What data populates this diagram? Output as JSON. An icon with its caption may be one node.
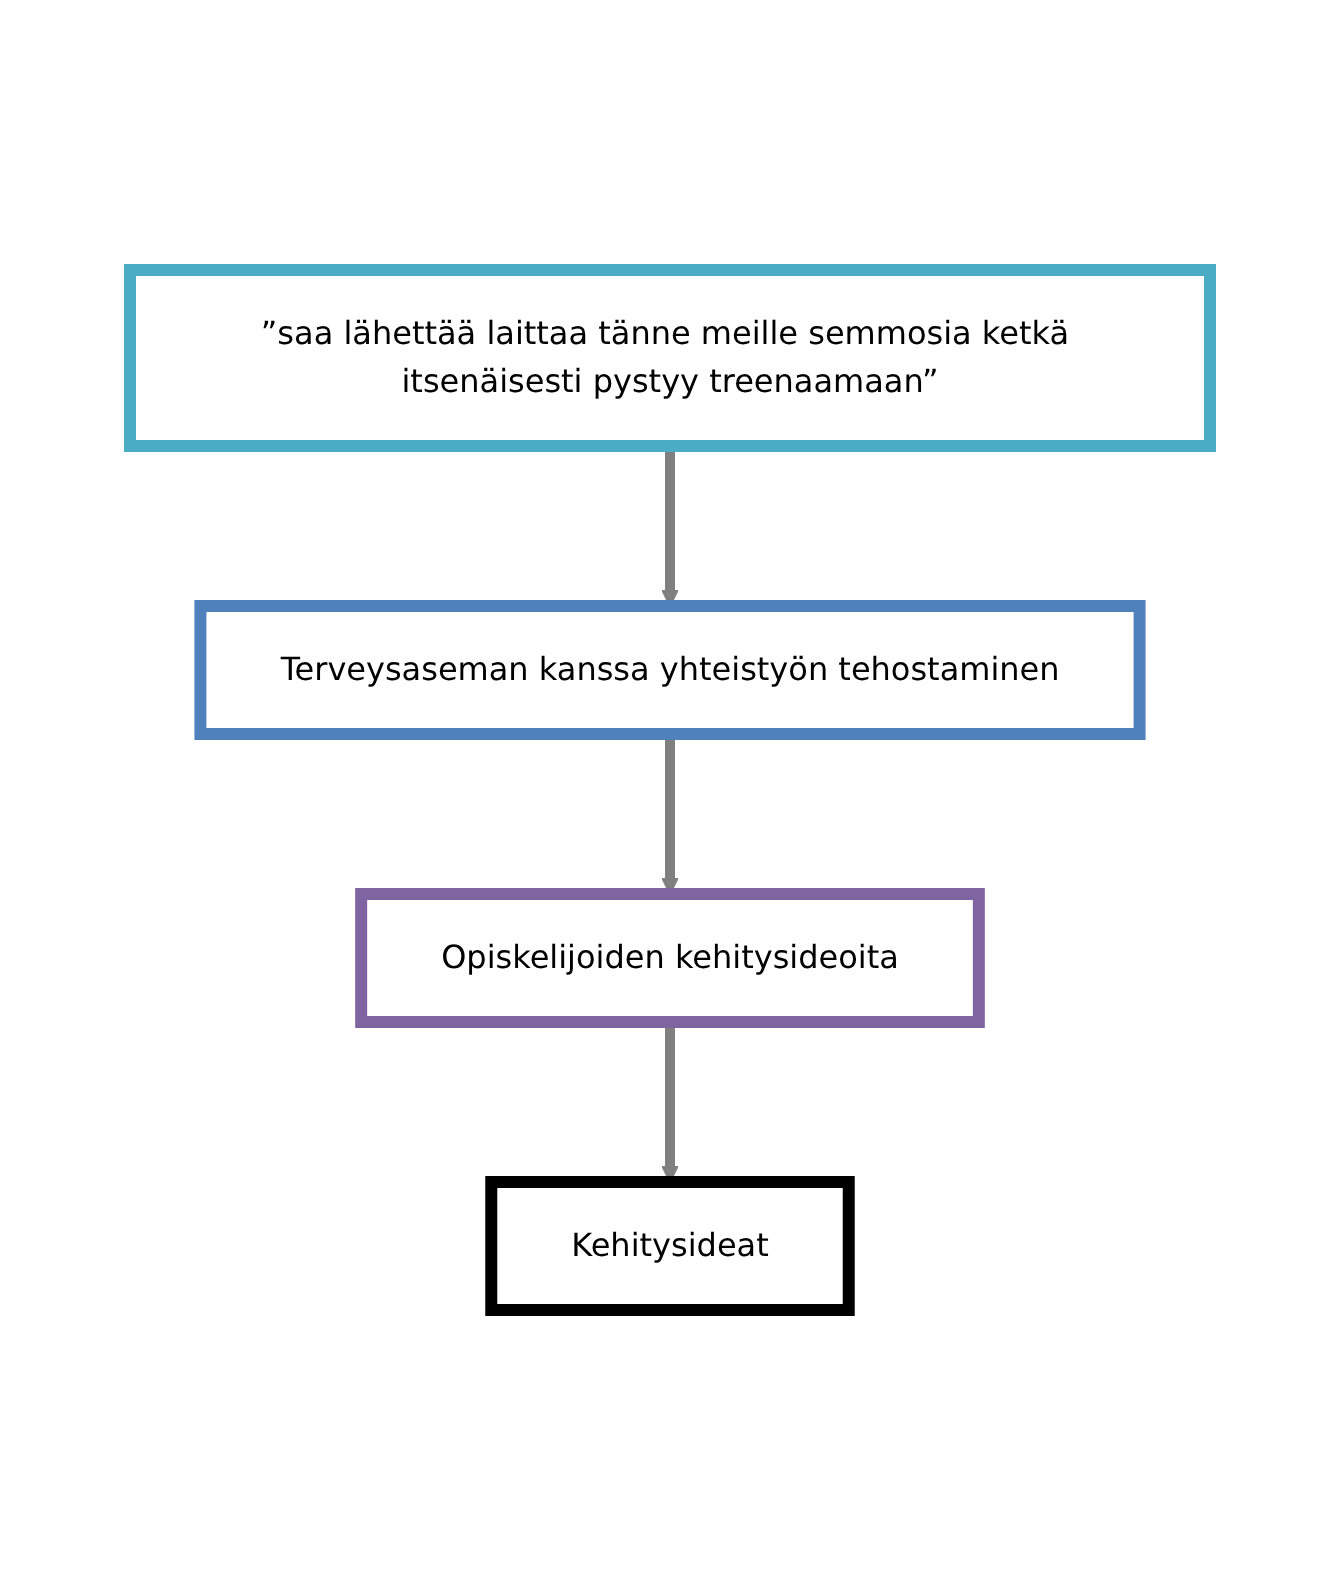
{
  "diagram": {
    "nodes": [
      {
        "text": [
          "”saa lähettää laittaa tänne meille semmosia ketkä itsenäisesti pystyy treenaamaan”"
        ]
      },
      {
        "text": [
          "Terveysaseman kanssa yhteistyön tehostaminen"
        ]
      },
      {
        "text": [
          "Opiskelijoiden kehitysideoita"
        ]
      },
      {
        "text": [
          "Kehitysideat"
        ]
      }
    ],
    "edges": [
      {
        "from": 0,
        "to": 1,
        "arrow": "to"
      },
      {
        "from": 1,
        "to": 2,
        "arrow": "to"
      },
      {
        "from": 2,
        "to": 3,
        "arrow": "to"
      }
    ]
  }
}
